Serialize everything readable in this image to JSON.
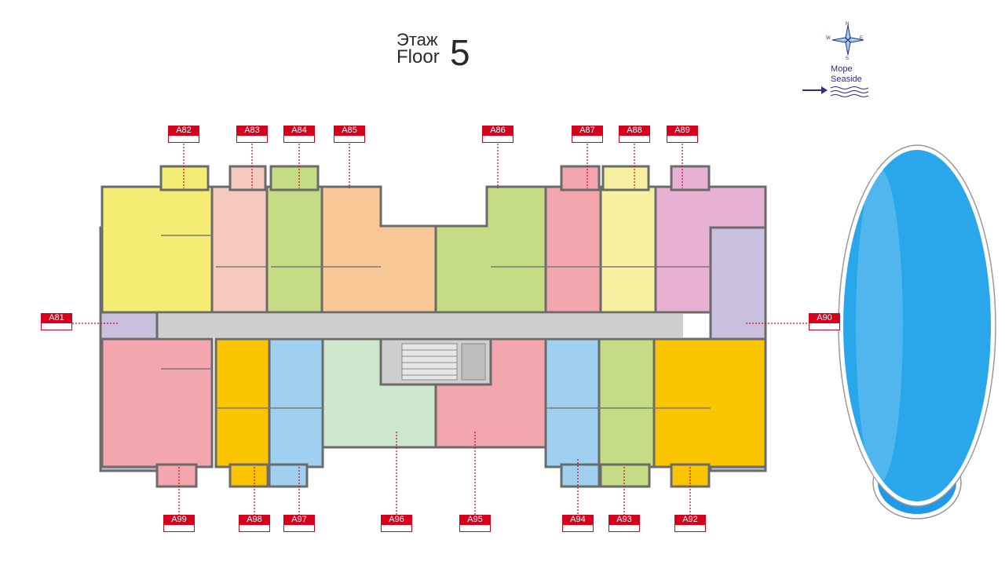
{
  "header": {
    "floor_label_ru": "Этаж",
    "floor_label_en": "Floor",
    "floor_number": "5"
  },
  "orientation": {
    "compass": {
      "n": "N",
      "e": "E",
      "s": "S",
      "w": "W"
    },
    "sea_label_ru": "Море",
    "sea_label_en": "Seaside",
    "arrow_color": "#2e2f7e"
  },
  "colors": {
    "tag_red": "#d6001c",
    "pool_blue": "#29a6ea",
    "corridor": "#cfcfcf",
    "wall": "#6b6b6b"
  },
  "apartments": [
    {
      "id": "A81",
      "fill": "#c9c0e0"
    },
    {
      "id": "A82",
      "fill": "#f5ec74"
    },
    {
      "id": "A83",
      "fill": "#f6c9bd"
    },
    {
      "id": "A84",
      "fill": "#c6dc84"
    },
    {
      "id": "A85",
      "fill": "#f8c897"
    },
    {
      "id": "A86",
      "fill": "#c6dc84"
    },
    {
      "id": "A87",
      "fill": "#f3a6ad"
    },
    {
      "id": "A88",
      "fill": "#f8f0a1"
    },
    {
      "id": "A89",
      "fill": "#e8b0d3"
    },
    {
      "id": "A90",
      "fill": "#c9c0e0"
    },
    {
      "id": "A92",
      "fill": "#fbc400"
    },
    {
      "id": "A93",
      "fill": "#c6dc84"
    },
    {
      "id": "A94",
      "fill": "#9fd0f0"
    },
    {
      "id": "A95",
      "fill": "#f3a6ad"
    },
    {
      "id": "A96",
      "fill": "#cde7cf"
    },
    {
      "id": "A97",
      "fill": "#9fd0f0"
    },
    {
      "id": "A98",
      "fill": "#fbc400"
    },
    {
      "id": "A99",
      "fill": "#f3a6ad"
    }
  ]
}
